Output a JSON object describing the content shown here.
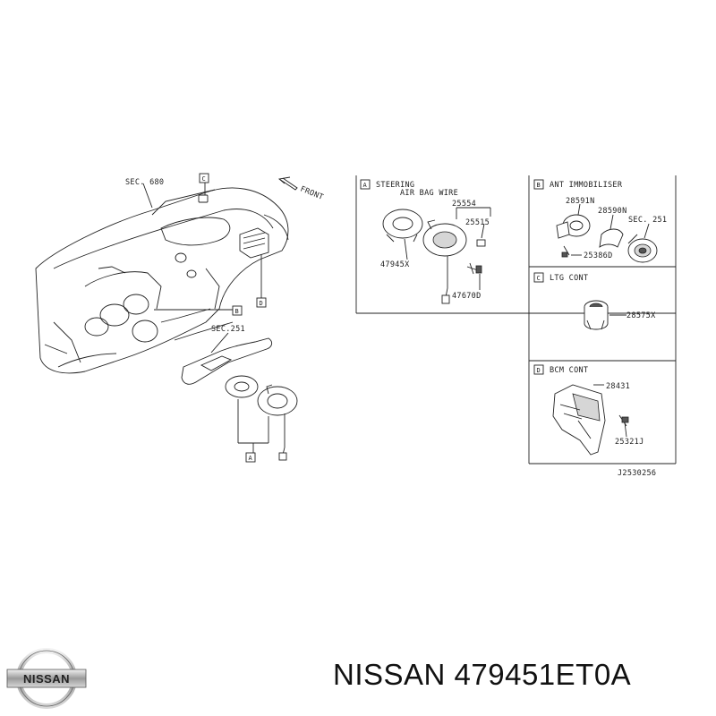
{
  "labels": {
    "sec680": "SEC. 680",
    "front": "FRONT",
    "sec251_main": "SEC.251",
    "callout_c": "C",
    "callout_d": "D",
    "callout_b": "B",
    "callout_a": "A"
  },
  "panels": {
    "a": {
      "letter": "A",
      "title_line1": "STEERING",
      "title_line2": "AIR BAG WIRE",
      "parts": [
        "25554",
        "25515",
        "47945X",
        "47670D"
      ]
    },
    "b": {
      "letter": "B",
      "title": "ANT IMMOBILISER",
      "parts": [
        "28591N",
        "28590N",
        "SEC. 251",
        "25386D"
      ]
    },
    "c": {
      "letter": "C",
      "title": "LTG CONT",
      "parts": [
        "28575X"
      ]
    },
    "d": {
      "letter": "D",
      "title": "BCM  CONT",
      "parts": [
        "28431",
        "25321J"
      ]
    }
  },
  "drawing_code": "J2530256",
  "brand": {
    "logo_text": "NISSAN",
    "caption": "NISSAN 479451ET0A"
  }
}
